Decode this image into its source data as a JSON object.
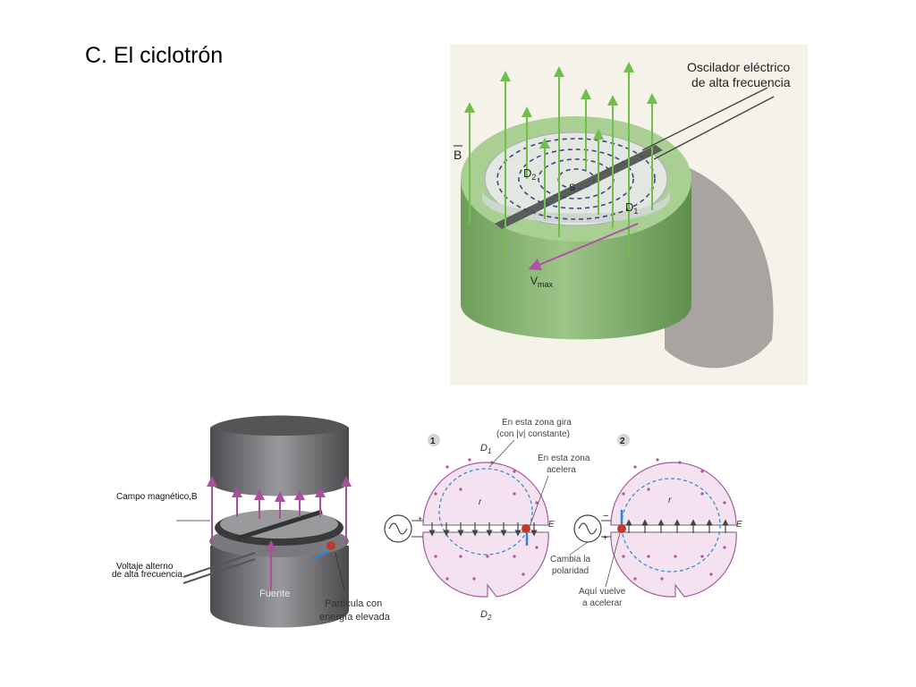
{
  "slide": {
    "title": "C. El ciclotrón"
  },
  "top_figure": {
    "oscillator_label_line1": "Oscilador eléctrico",
    "oscillator_label_line2": "de alta frecuencia",
    "b_label": "B",
    "d2_label": "D",
    "d2_sub": "2",
    "d1_label": "D",
    "d1_sub": "1",
    "s_label": "S",
    "vmax_label": "V",
    "vmax_sub": "max",
    "colors": {
      "base": "#86b46e",
      "field": "#6fbf4a",
      "dee": "#e2e7e2",
      "path": "#3a4a7a"
    }
  },
  "bottom_left_figure": {
    "field_label": "Campo magnético,B",
    "voltage_label_line1": "Voltaje alterno",
    "voltage_label_line2": "de alta frecuencia",
    "source_label": "Fuente",
    "particle_label_line1": "Partícula con",
    "particle_label_line2": "energía elevada",
    "colors": {
      "magnet": "#6e6e70",
      "field": "#a8509e"
    }
  },
  "bottom_right_figure": {
    "zone_turn_line1": "En esta zona gira",
    "zone_turn_line2": "(con |v| constante)",
    "zone_accel_line1": "En esta zona",
    "zone_accel_line2": "acelera",
    "step1": "1",
    "step2": "2",
    "d1_label": "D",
    "d1_sub": "1",
    "d2_label": "D",
    "d2_sub": "2",
    "r_label": "r",
    "e_label": "E",
    "polarity_line1": "Cambia la",
    "polarity_line2": "polaridad",
    "reaccel_line1": "Aquí vuelve",
    "reaccel_line2": "a acelerar",
    "plus": "+",
    "minus": "−",
    "colors": {
      "disc": "#f4e2f0",
      "outline": "#a65aa0",
      "dot": "#b0509f"
    }
  }
}
